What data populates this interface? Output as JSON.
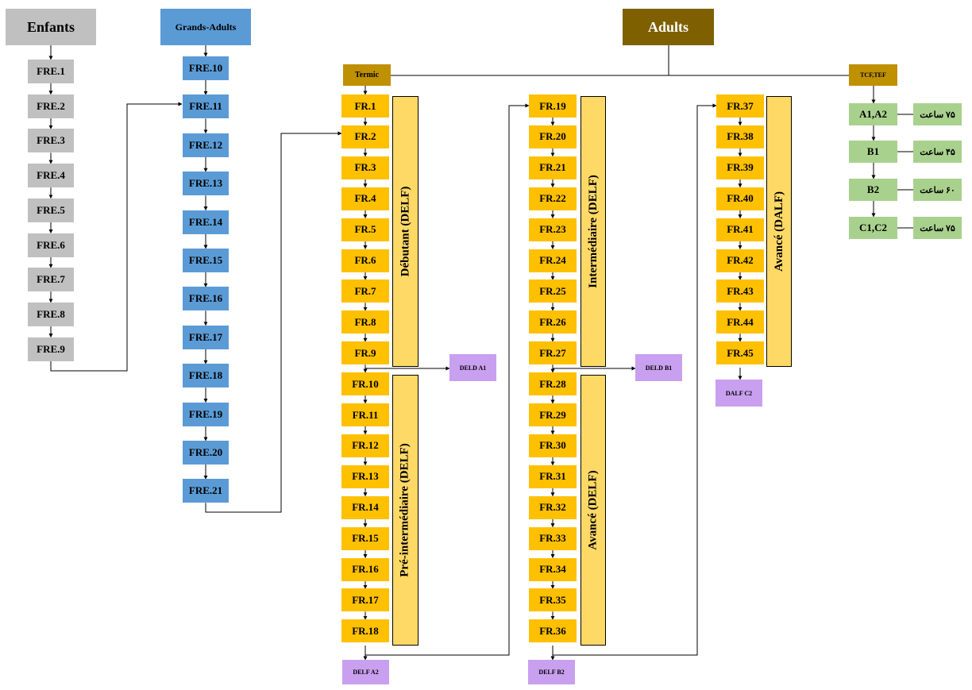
{
  "headers": {
    "enfants": "Enfants",
    "grands_adults": "Grands-Adults",
    "adults": "Adults",
    "termic": "Termic",
    "tcf_tef": "TCF,TEF"
  },
  "enfants_levels": [
    "FRE.1",
    "FRE.2",
    "FRE.3",
    "FRE.4",
    "FRE.5",
    "FRE.6",
    "FRE.7",
    "FRE.8",
    "FRE.9"
  ],
  "grands_adults_levels": [
    "FRE.10",
    "FRE.11",
    "FRE.12",
    "FRE.13",
    "FRE.14",
    "FRE.15",
    "FRE.16",
    "FRE.17",
    "FRE.18",
    "FRE.19",
    "FRE.20",
    "FRE.21"
  ],
  "adults_col1": [
    "FR.1",
    "FR.2",
    "FR.3",
    "FR.4",
    "FR.5",
    "FR.6",
    "FR.7",
    "FR.8",
    "FR.9",
    "FR.10",
    "FR.11",
    "FR.12",
    "FR.13",
    "FR.14",
    "FR.15",
    "FR.16",
    "FR.17",
    "FR.18"
  ],
  "adults_col2": [
    "FR.19",
    "FR.20",
    "FR.21",
    "FR.22",
    "FR.23",
    "FR.24",
    "FR.25",
    "FR.26",
    "FR.27",
    "FR.28",
    "FR.29",
    "FR.30",
    "FR.31",
    "FR.32",
    "FR.33",
    "FR.34",
    "FR.35",
    "FR.36"
  ],
  "adults_col3": [
    "FR.37",
    "FR.38",
    "FR.39",
    "FR.40",
    "FR.41",
    "FR.42",
    "FR.43",
    "FR.44",
    "FR.45"
  ],
  "bands": {
    "debutant": "Débutant (DELF)",
    "pre_intermediaire": "Pré-intermédiaire (DELF)",
    "intermediaire": "Intermédiaire (DELF)",
    "avance_delf": "Avancé (DELF)",
    "avance_dalf": "Avancé (DALF)"
  },
  "exams": {
    "deld_a1": "DELD A1",
    "delf_a2": "DELF A2",
    "deld_b1": "DELD B1",
    "delf_b2": "DELF B2",
    "dalf_c2": "DALF C2"
  },
  "tcf_levels": [
    "A1,A2",
    "B1",
    "B2",
    "C1,C2"
  ],
  "tcf_hours": [
    "۷۵ ساعت",
    "۴۵ ساعت",
    "۶۰ ساعت",
    "۷۵ ساعت"
  ],
  "colors": {
    "enfants": "#c0c0c0",
    "grands_adults": "#5b9bd5",
    "adults_header": "#7f6000",
    "termic": "#bf9000",
    "levels": "#ffc000",
    "bands": "#ffd966",
    "exams": "#c9a0f0",
    "tcf": "#a9d18e"
  }
}
